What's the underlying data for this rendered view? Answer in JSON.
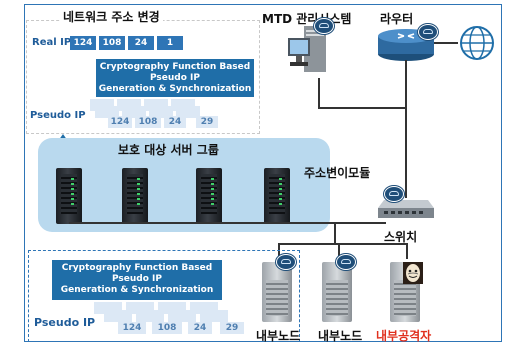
{
  "top_section": {
    "title": "네트워크 주소 변경",
    "real_ip_label": "Real IP",
    "real_ip_octets": [
      "124",
      "108",
      "24",
      "1"
    ],
    "crypto_box_lines": [
      "Cryptography Function Based",
      "Pseudo IP",
      "Generation & Synchronization"
    ],
    "pseudo_ip_label": "Pseudo IP",
    "pseudo_ip_octets": [
      "124",
      "108",
      "24",
      "29"
    ]
  },
  "mtd_label": "MTD 관리시스템",
  "router_label": "라우터",
  "server_group": {
    "title": "보호 대상 서버 그룹"
  },
  "address_module_label": "주소변이모듈",
  "switch_label": "스위치",
  "bottom_section": {
    "crypto_box_lines": [
      "Cryptography Function Based",
      "Pseudo IP",
      "Generation & Synchronization"
    ],
    "pseudo_ip_label": "Pseudo IP",
    "pseudo_ip_octets": [
      "124",
      "108",
      "24",
      "29"
    ]
  },
  "internal_nodes": [
    {
      "label": "내부노드"
    },
    {
      "label": "내부노드"
    },
    {
      "label": "내부공격자",
      "color": "#e0301e"
    }
  ],
  "colors": {
    "accent_blue": "#2e75b6",
    "box_blue": "#1f6ea8",
    "group_fill": "#b9d9ee",
    "attacker_red": "#e0301e"
  }
}
